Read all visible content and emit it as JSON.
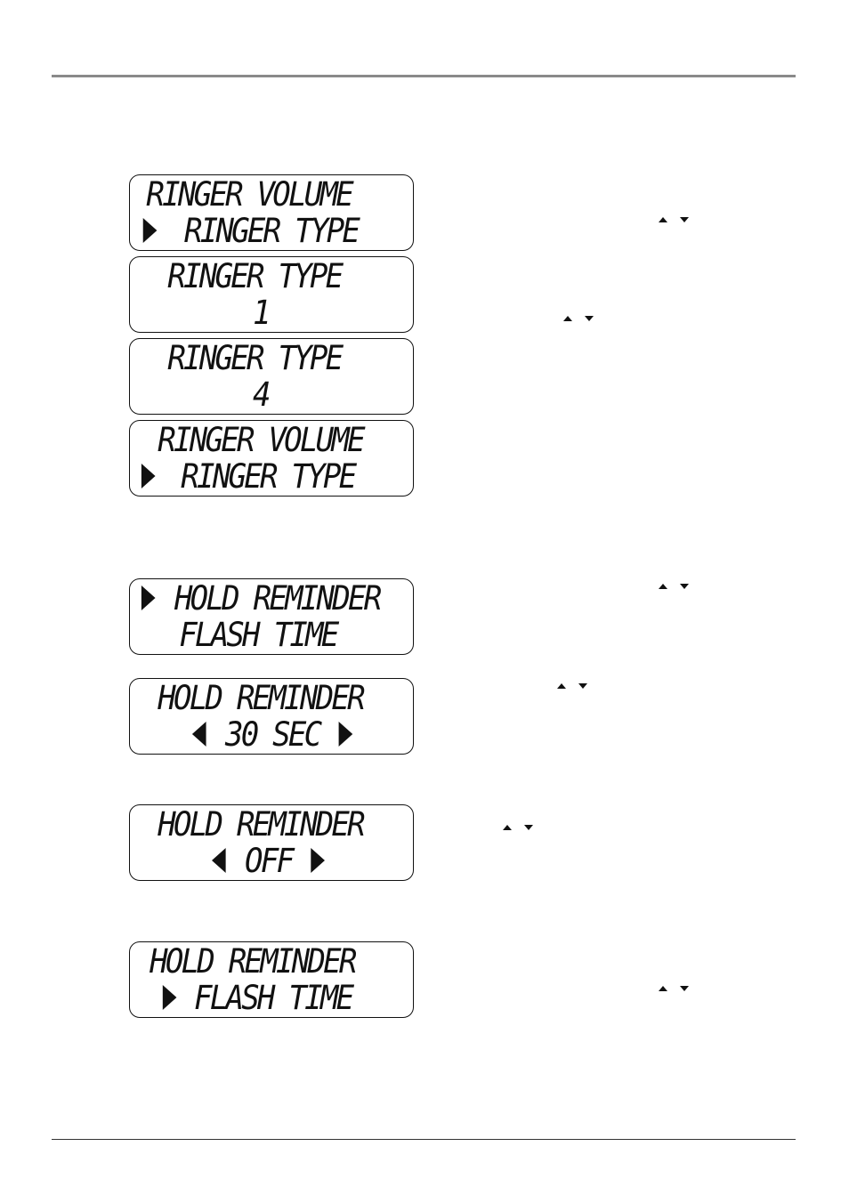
{
  "displays": [
    {
      "line1": "RINGER VOLUME",
      "line2": "RINGER TYPE"
    },
    {
      "line1": "RINGER TYPE",
      "line2": "1"
    },
    {
      "line1": "RINGER TYPE",
      "line2": "4"
    },
    {
      "line1": "RINGER VOLUME",
      "line2": "RINGER TYPE"
    },
    {
      "line1": "HOLD REMINDER",
      "line2": "FLASH TIME"
    },
    {
      "line1": "HOLD REMINDER",
      "line2": "30 SEC"
    },
    {
      "line1": "HOLD REMINDER",
      "line2": "OFF"
    },
    {
      "line1": "HOLD REMINDER",
      "line2": "FLASH TIME"
    }
  ],
  "icons": {
    "selection_cursor": "right-triangle",
    "scroll_left": "left-triangle",
    "scroll_right": "right-triangle",
    "up_key": "up-arrow-icon",
    "down_key": "down-arrow-icon"
  }
}
